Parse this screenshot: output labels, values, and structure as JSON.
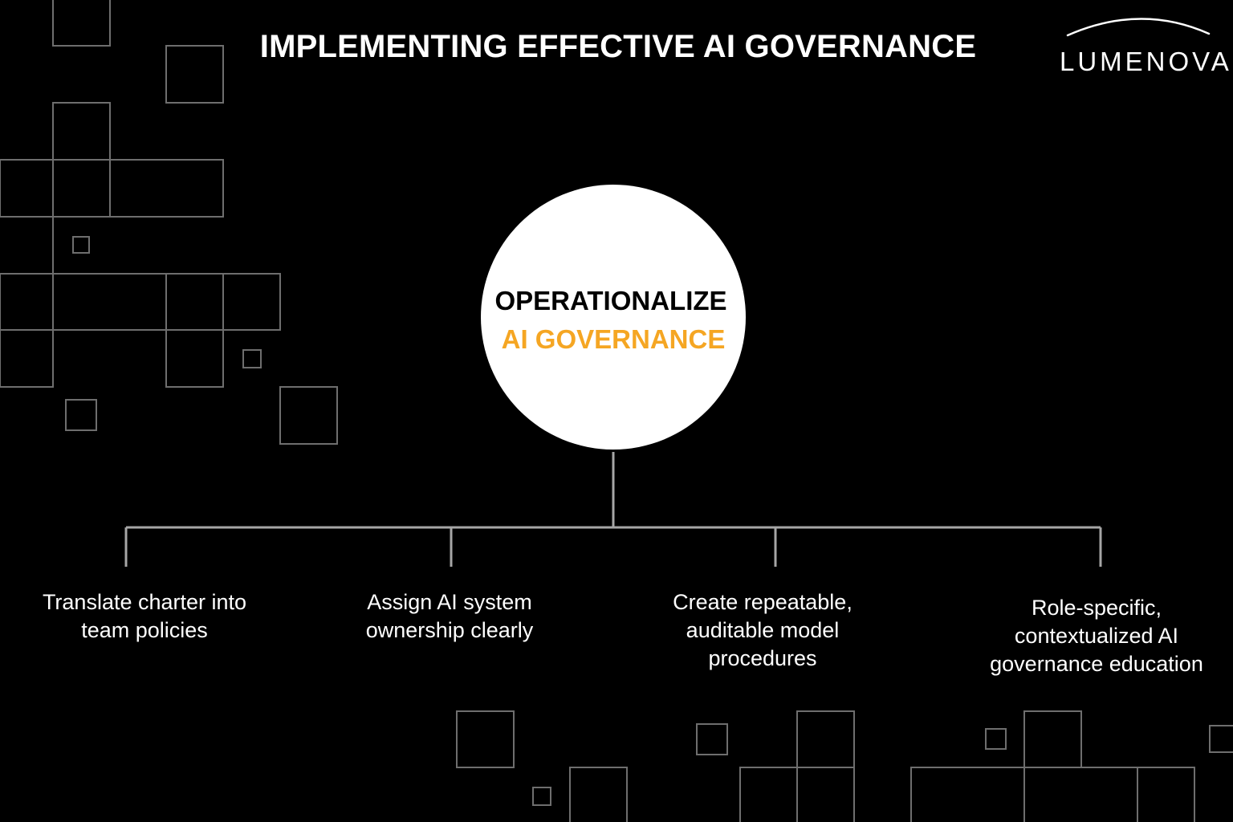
{
  "header": {
    "title": "IMPLEMENTING EFFECTIVE AI GOVERNANCE"
  },
  "logo": {
    "text": "LUMENOVA"
  },
  "center": {
    "line1": "OPERATIONALIZE",
    "line2": "AI GOVERNANCE"
  },
  "branches": [
    {
      "label": "Translate charter into team policies"
    },
    {
      "label": "Assign AI system ownership clearly"
    },
    {
      "label": "Create repeatable, auditable model procedures"
    },
    {
      "label": "Role-specific, contextualized AI governance education"
    }
  ],
  "colors": {
    "background": "#000000",
    "accent": "#f5a623",
    "text": "#ffffff",
    "line": "#a6a6a6",
    "decor": "#7a7a7a"
  }
}
